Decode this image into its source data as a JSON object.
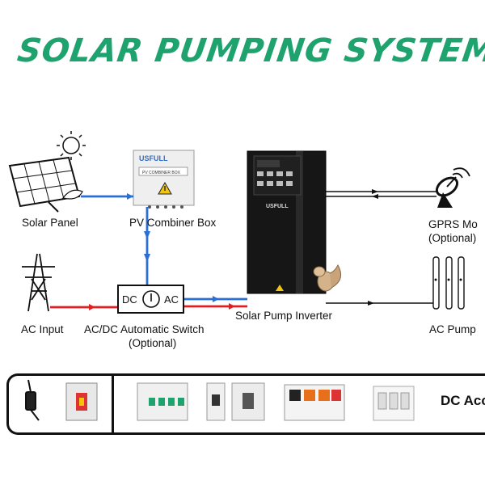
{
  "title": "SOLAR PUMPING SYSTEM",
  "components": {
    "solar_panel": "Solar Panel",
    "pv_combiner_box": "PV Combiner Box",
    "combiner_brand": "USFULL",
    "combiner_plate": "PV COMBINER BOX",
    "inverter_brand": "USFULL",
    "gprs_line1": "GPRS Mo",
    "gprs_line2": "(Optional)",
    "ac_input": "AC Input",
    "switch_line1": "AC/DC Automatic Switch",
    "switch_line2": "(Optional)",
    "switch_dc": "DC",
    "switch_ac": "AC",
    "inverter": "Solar Pump Inverter",
    "ac_pump": "AC Pump"
  },
  "accessories": {
    "label": "DC Acc"
  },
  "colors": {
    "title": "#1fa36e",
    "dc_line": "#2a6fd6",
    "ac_line": "#e02020",
    "signal_line": "#111111"
  }
}
